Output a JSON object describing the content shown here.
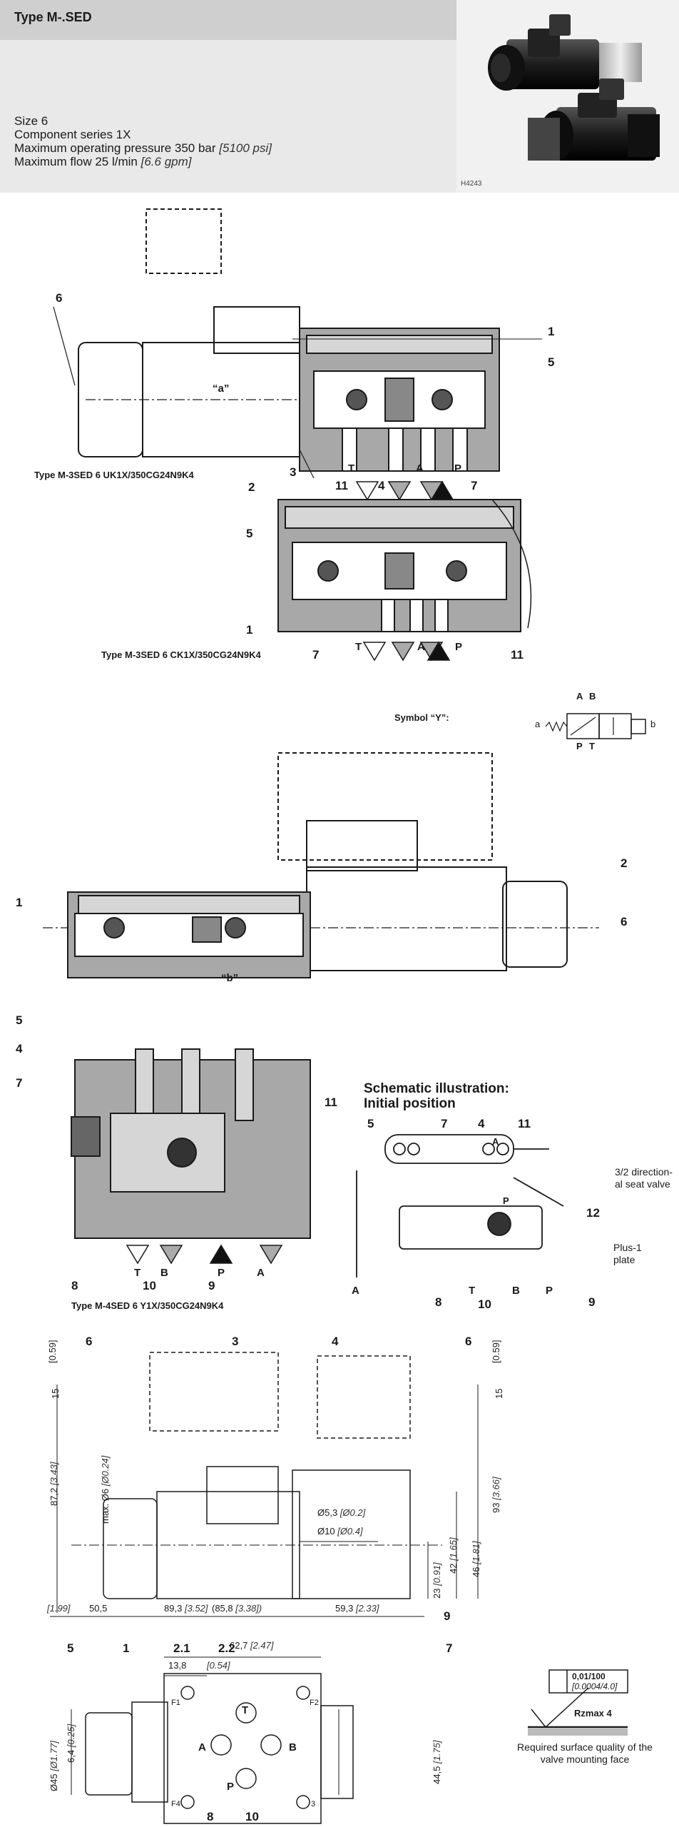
{
  "header": {
    "title": "Type M-.SED",
    "specs": {
      "size": "Size 6",
      "series": "Component series 1X",
      "pressure": "Maximum operating pressure 350 bar",
      "pressure_imp": "[5100 psi]",
      "flow": "Maximum flow 25 l/min",
      "flow_imp": "[6.6 gpm]"
    },
    "photo_code": "H4243"
  },
  "captions": {
    "type1": "Type M-3SED 6 UK1X/350CG24N9K4",
    "type2": "Type M-3SED 6 CK1X/350CG24N9K4",
    "type3": "Type M-4SED 6 Y1X/350CG24N9K4",
    "symbol": "Symbol “Y”:",
    "schematic_1": "Schematic illustration:",
    "schematic_2": "Initial position",
    "seat_valve_1": "3/2 direction-",
    "seat_valve_2": "al seat valve",
    "plus_1": "Plus-1",
    "plus_2": "plate"
  },
  "labels": {
    "a": "“a”",
    "b": "“b”",
    "n1": "1",
    "n2": "2",
    "n3": "3",
    "n4": "4",
    "n5": "5",
    "n6": "6",
    "n7": "7",
    "n8": "8",
    "n9": "9",
    "n10": "10",
    "n11": "11",
    "n12": "12",
    "n21": "2.1",
    "n22": "2.2",
    "T": "T",
    "A": "A",
    "P": "P",
    "B": "B",
    "F1": "F1",
    "F2": "F2",
    "F4": "F4",
    "F3": "3",
    "sym_a": "a",
    "sym_b": "b"
  },
  "dims": {
    "d15a": "15",
    "d059a": "[0.59]",
    "d15b": "15",
    "d059b": "[0.59]",
    "d872": "87,2",
    "d343": "[3.43]",
    "d06": "max. Ø6",
    "d024": "[Ø0.24]",
    "d93": "93",
    "d366": "[3.66]",
    "d46": "46",
    "d181": "[1.81]",
    "d42": "42",
    "d165": "[1.65]",
    "d23": "23",
    "d091": "[0.91]",
    "d53": "Ø5,3",
    "d02": "[Ø0.2]",
    "d10": "Ø10",
    "d04": "[Ø0.4]",
    "d199": "[1.99]",
    "d505": "50,5",
    "d893": "89,3",
    "d352": "[3.52]",
    "d858": "(85,8",
    "d338": "[3.38])",
    "d593": "59,3",
    "d233": "[2.33]",
    "d627": "62,7",
    "d247": "[2.47]",
    "d138": "13,8",
    "d054": "[0.54]",
    "d45": "Ø45",
    "d177": "[Ø1.77]",
    "d64": "6,4",
    "d025": "[0.25]",
    "d445": "44,5",
    "d175": "[1.75]"
  },
  "surface": {
    "flatness": "0,01/100",
    "flatness_imp": "[0.0004/4.0]",
    "rzmax": "Rzmax  4",
    "note_1": "Required surface quality of the",
    "note_2": "valve mounting face"
  },
  "colors": {
    "header_bg": "#e9e9e9",
    "title_bg": "#cfcfcf",
    "body_grey": "#a8a8a8",
    "light_grey": "#d6d6d6",
    "line": "#1a1a1a"
  }
}
